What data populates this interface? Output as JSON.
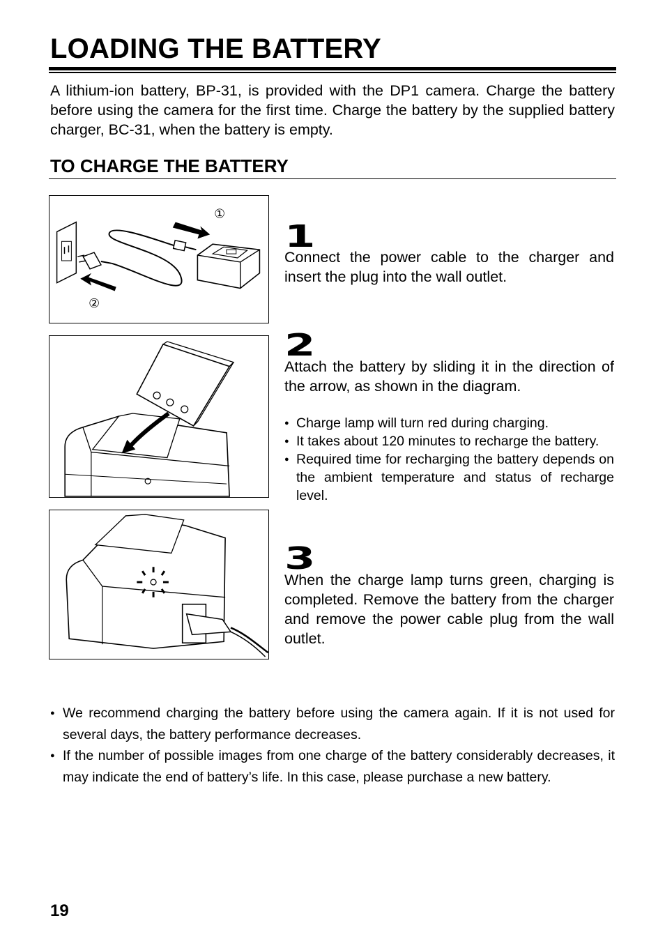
{
  "page": {
    "title": "LOADING THE BATTERY",
    "intro": "A lithium-ion battery, BP-31, is provided with the DP1 camera. Charge the battery before using the camera for the first time. Charge the battery by the supplied battery charger, BC-31, when the battery is empty.",
    "subheading": "TO CHARGE THE BATTERY",
    "page_number": "19"
  },
  "figures": {
    "fig1_label_1": "①",
    "fig1_label_2": "②"
  },
  "steps": [
    {
      "number": "1",
      "text": "Connect the power cable to the charger and insert the plug into the wall outlet."
    },
    {
      "number": "2",
      "text": "Attach the battery by sliding it in the direction of the arrow, as shown in the diagram.",
      "bullets": [
        "Charge lamp will turn red during charging.",
        "It takes about 120 minutes to recharge the battery.",
        "Required time for recharging the battery depends on the ambient temperature and status of recharge level."
      ]
    },
    {
      "number": "3",
      "text": "When the charge lamp turns green, charging is completed. Remove the battery from the charger and remove the power cable plug from the wall outlet."
    }
  ],
  "notes": [
    "We recommend charging the battery before using the camera again. If it is not used for several days, the battery performance decreases.",
    "If the number of possible images from one charge of the battery considerably decreases, it may indicate the end of battery’s life. In this case, please purchase a new battery."
  ],
  "icons": {
    "figure1": "charger-cable-outlet-illustration",
    "figure2": "battery-insertion-illustration",
    "figure3": "charger-lamp-illustration"
  }
}
